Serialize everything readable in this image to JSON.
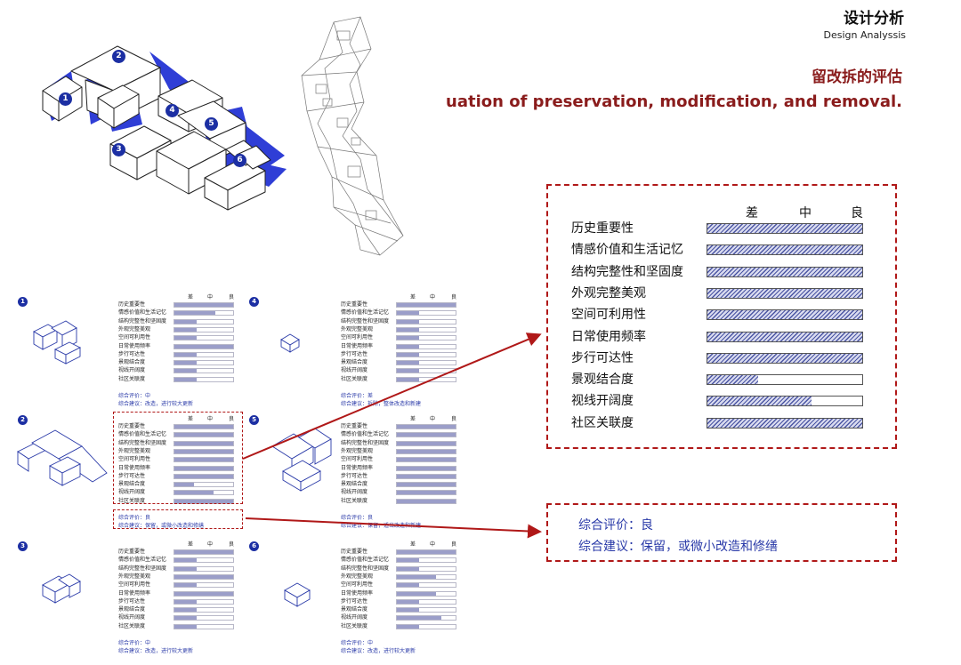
{
  "header": {
    "title": "设计分析",
    "subtitle": "Design Analyssis"
  },
  "section": {
    "title": "留改拆的评估",
    "subtitle": "uation of preservation, modification, and removal."
  },
  "scale": {
    "low": "差",
    "mid": "中",
    "high": "良"
  },
  "criteria": [
    "历史重要性",
    "情感价值和生活记忆",
    "结构完整性和坚固度",
    "外观完整美观",
    "空间可利用性",
    "日常使用频率",
    "步行可达性",
    "景观结合度",
    "视线开阔度",
    "社区关联度"
  ],
  "buildings": [
    {
      "num": "1",
      "scores": [
        1.0,
        0.7,
        0.38,
        0.38,
        0.38,
        1.0,
        0.38,
        0.38,
        0.38,
        0.38
      ],
      "evaluation": "综合评价：中",
      "suggestion": "综合建议：改造，进行较大更新"
    },
    {
      "num": "2",
      "scores": [
        1.0,
        1.0,
        1.0,
        1.0,
        1.0,
        1.0,
        1.0,
        0.33,
        0.67,
        1.0
      ],
      "evaluation": "综合评价：良",
      "suggestion": "综合建议：保留，或微小改造和修缮"
    },
    {
      "num": "3",
      "scores": [
        1.0,
        0.38,
        0.38,
        1.0,
        0.38,
        1.0,
        0.38,
        0.38,
        0.38,
        0.38
      ],
      "evaluation": "综合评价：中",
      "suggestion": "综合建议：改造，进行较大更新"
    },
    {
      "num": "4",
      "scores": [
        1.0,
        0.38,
        0.38,
        0.38,
        0.38,
        0.38,
        0.38,
        0.38,
        0.38,
        0.38
      ],
      "evaluation": "综合评价：差",
      "suggestion": "综合建议：拆除，整体改造和新建"
    },
    {
      "num": "5",
      "scores": [
        1.0,
        1.0,
        1.0,
        1.0,
        1.0,
        1.0,
        1.0,
        1.0,
        1.0,
        1.0
      ],
      "evaluation": "综合评价：良",
      "suggestion": "综合建议：保留，适当改造和新建"
    },
    {
      "num": "6",
      "scores": [
        1.0,
        0.38,
        0.38,
        0.67,
        0.38,
        0.67,
        0.38,
        0.38,
        0.75,
        0.38
      ],
      "evaluation": "综合评价：中",
      "suggestion": "综合建议：改造，进行较大更新"
    }
  ],
  "detail": {
    "scores": [
      1.0,
      1.0,
      1.0,
      1.0,
      1.0,
      1.0,
      1.0,
      0.33,
      0.67,
      1.0
    ],
    "evaluation": "综合评价：良",
    "suggestion": "综合建议：保留，或微小改造和修缮"
  },
  "axo_labels": [
    "1",
    "2",
    "3",
    "4",
    "5",
    "6"
  ],
  "colors": {
    "accent_blue": "#1c2fa3",
    "dark_red": "#8a1c1c",
    "dash_red": "#b01818",
    "bar_fill": "#9b9ec9"
  }
}
